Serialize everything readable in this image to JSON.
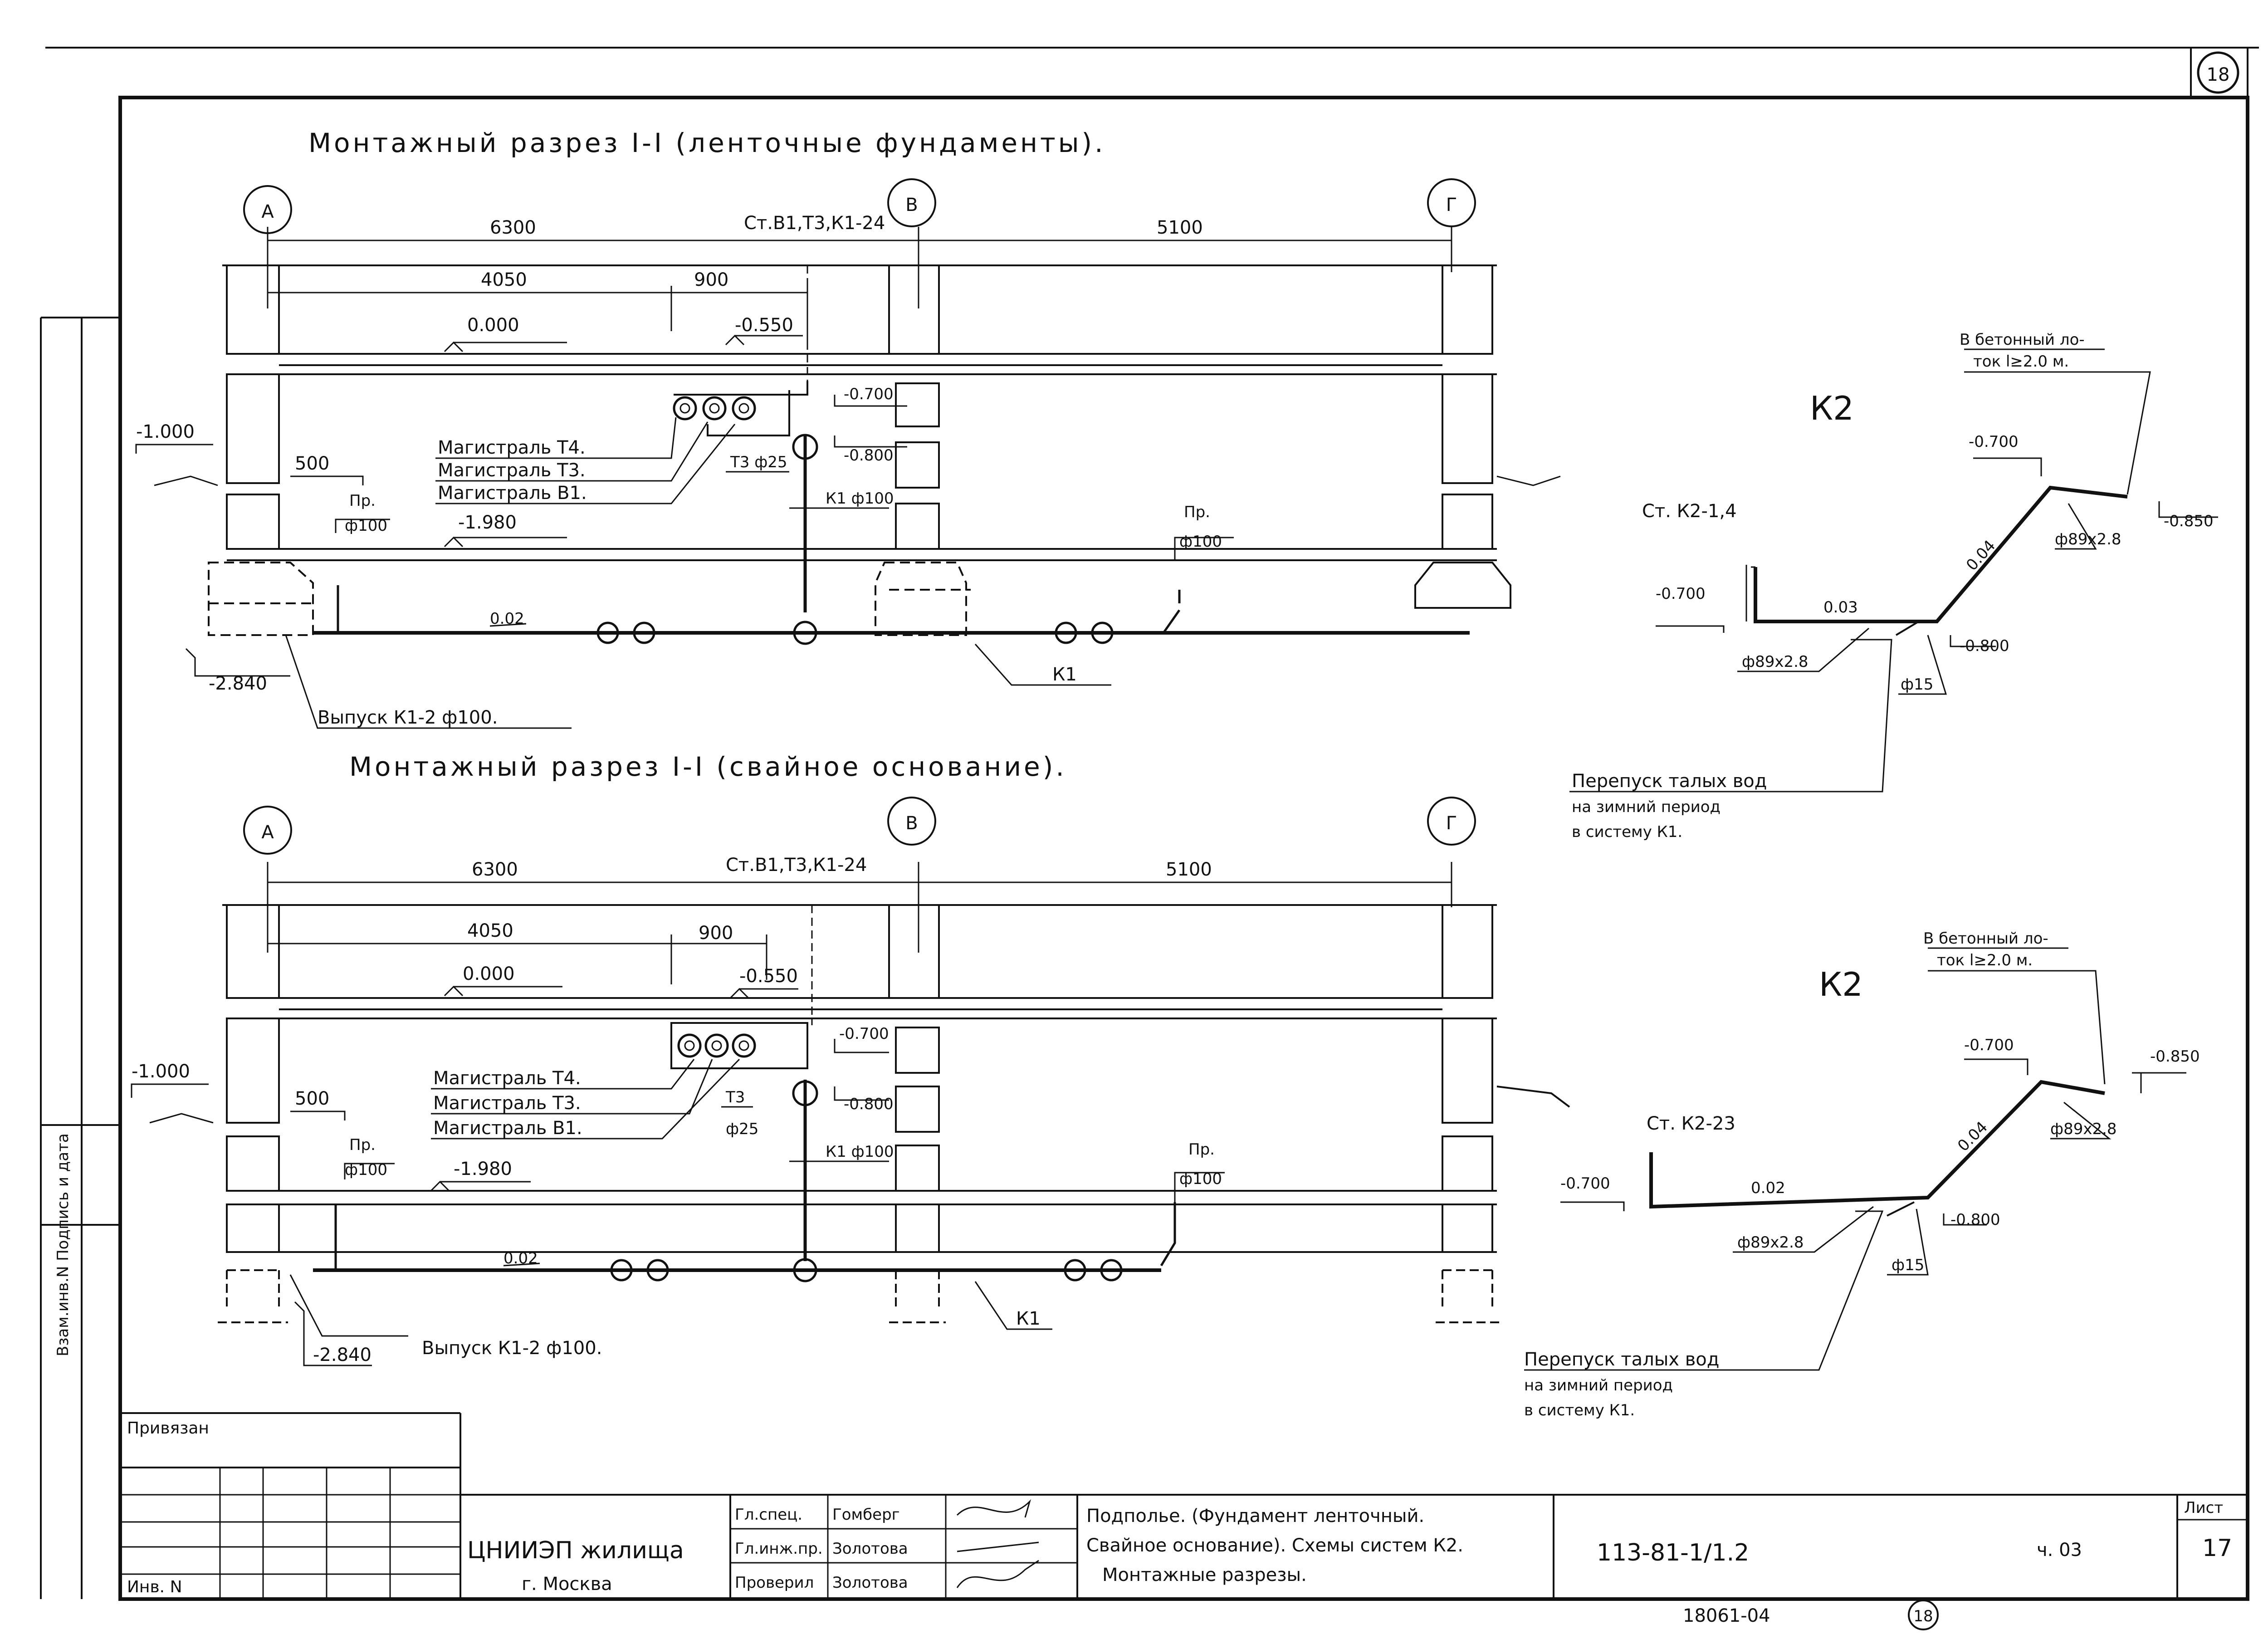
{
  "sheet": {
    "number_circle": "18",
    "number_bottom": "18",
    "archive_no": "18061-04",
    "side_labels": "Взам.инв.N   Подпись и дата"
  },
  "section1": {
    "title": "Монтажный разрез I-I (ленточные фундаменты).",
    "axes": [
      "А",
      "В",
      "Г"
    ],
    "dims": {
      "span_ab": "6300",
      "span_bg": "5100",
      "d4050": "4050",
      "d900": "900",
      "d500": "500"
    },
    "riser": "Ст.В1,Т3,К1-24",
    "levels": {
      "l0": "0.000",
      "l550": "-0.550",
      "l700": "-0.700",
      "l800": "-0.800",
      "l1000": "-1.000",
      "l1980": "-1.980",
      "l2840": "-2.840"
    },
    "mains": [
      "Магистраль Т4.",
      "Магистраль Т3.",
      "Магистраль В1."
    ],
    "t3": "Т3 ф25",
    "k1v": "К1 ф100",
    "pr1": "Пр.",
    "pr1d": "ф100",
    "pr2": "Пр.",
    "pr2d": "ф100",
    "slope": "0.02",
    "k1": "К1",
    "outlet": "Выпуск К1-2 ф100."
  },
  "section2": {
    "title": "Монтажный разрез I-I (свайное основание).",
    "axes": [
      "А",
      "В",
      "Г"
    ],
    "dims": {
      "span_ab": "6300",
      "span_bg": "5100",
      "d4050": "4050",
      "d900": "900",
      "d500": "500"
    },
    "riser": "Ст.В1,Т3,К1-24",
    "levels": {
      "l0": "0.000",
      "l550": "-0.550",
      "l700": "-0.700",
      "l800": "-0.800",
      "l1000": "-1.000",
      "l1980": "-1.980",
      "l2840": "-2.840"
    },
    "mains": [
      "Магистраль Т4.",
      "Магистраль Т3.",
      "Магистраль В1."
    ],
    "t3a": "Т3",
    "t3b": "ф25",
    "k1v": "К1 ф100",
    "pr1": "Пр.",
    "pr1d": "ф100",
    "pr2": "Пр.",
    "pr2d": "ф100",
    "slope": "0.02",
    "k1": "К1",
    "outlet": "Выпуск К1-2 ф100."
  },
  "k2a": {
    "label": "К2",
    "tray1": "В бетонный ло-",
    "tray2": "ток  l≥2.0 м.",
    "riser": "Ст. К2-1,4",
    "l700a": "-0.700",
    "l700b": "-0.700",
    "l850": "-0.850",
    "l800": "-0.800",
    "slope1": "0.03",
    "slope2": "0.04",
    "pipe1": "ф89x2.8",
    "pipe2": "ф89x2.8",
    "d15": "ф15",
    "bypass": [
      "Перепуск талых вод",
      "на зимний период",
      "в систему К1."
    ]
  },
  "k2b": {
    "label": "К2",
    "tray1": "В бетонный ло-",
    "tray2": "ток  l≥2.0 м.",
    "riser": "Ст. К2-23",
    "l700a": "-0.700",
    "l700b": "-0.700",
    "l850": "-0.850",
    "l800": "-0.800",
    "slope1": "0.02",
    "slope2": "0.04",
    "pipe1": "ф89x2.8",
    "pipe2": "ф89x2.8",
    "d15": "ф15",
    "bypass": [
      "Перепуск талых вод",
      "на зимний период",
      "в систему К1."
    ]
  },
  "stamp": {
    "privyazan": "Привязан",
    "inv": "Инв. N",
    "org1": "ЦНИИЭП жилища",
    "org2": "г. Москва",
    "roles": [
      "Гл.спец.",
      "Гл.инж.пр.",
      "Проверил"
    ],
    "names": [
      "Гомберг",
      "Золотова",
      "Золотова"
    ],
    "desc": [
      "Подполье. (Фундамент ленточный.",
      "Свайное основание). Схемы систем К2.",
      "Монтажные разрезы."
    ],
    "code": "113-81-1/1.2",
    "part": "ч. 03",
    "list_label": "Лист",
    "list_no": "17"
  }
}
